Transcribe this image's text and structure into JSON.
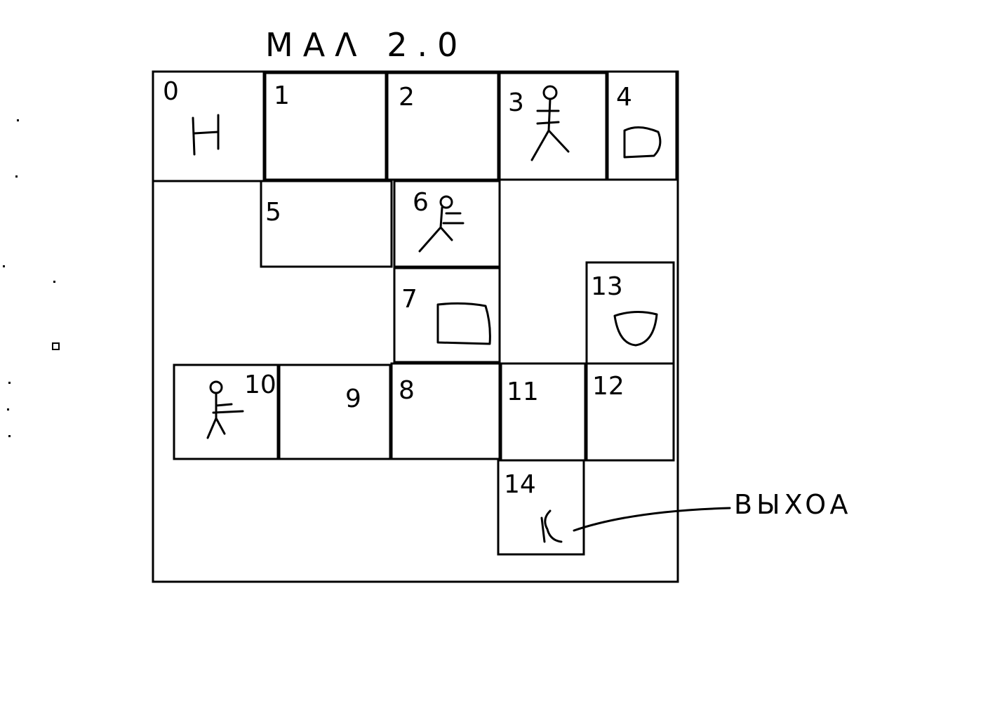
{
  "title": "ΜΑΛ 2.0",
  "exit_label": "BЫXOA",
  "rooms": [
    {
      "id": "room-0",
      "number": "0",
      "content": "H"
    },
    {
      "id": "room-1",
      "number": "1"
    },
    {
      "id": "room-2",
      "number": "2"
    },
    {
      "id": "room-3",
      "number": "3",
      "content": "stick-figure"
    },
    {
      "id": "room-4",
      "number": "4",
      "content": "shield"
    },
    {
      "id": "room-5",
      "number": "5"
    },
    {
      "id": "room-6",
      "number": "6",
      "content": "stick-figure"
    },
    {
      "id": "room-7",
      "number": "7",
      "content": "map-scroll"
    },
    {
      "id": "room-8",
      "number": "8"
    },
    {
      "id": "room-9",
      "number": "9"
    },
    {
      "id": "room-10",
      "number": "10",
      "content": "stick-figure"
    },
    {
      "id": "room-11",
      "number": "11"
    },
    {
      "id": "room-12",
      "number": "12"
    },
    {
      "id": "room-13",
      "number": "13",
      "content": "shield"
    },
    {
      "id": "room-14",
      "number": "14",
      "content": "exit-door"
    }
  ]
}
